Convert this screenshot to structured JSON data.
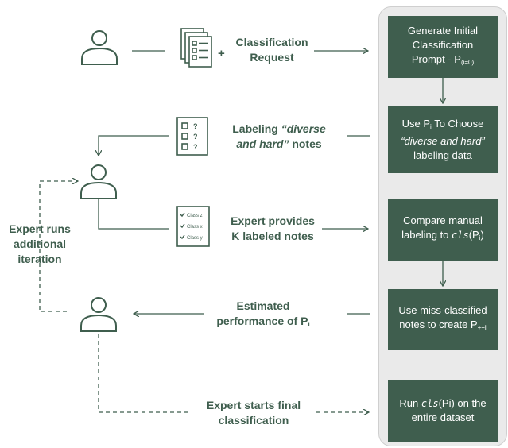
{
  "colors": {
    "accent": "#3f5e4e",
    "panel": "#eaeaea",
    "text": "#3f5e4e"
  },
  "icons": [
    "person-icon",
    "documents-icon",
    "checklist-icon",
    "labeled-notes-icon"
  ],
  "plus_sign": "+",
  "step1": {
    "l1": "Classification",
    "l2": "Request"
  },
  "step2": {
    "l1a": "Labeling ",
    "l1b": "“diverse",
    "l2a": "and hard”",
    "l2b": " notes"
  },
  "step3": {
    "l1": "Expert provides",
    "l2": "K labeled notes"
  },
  "step4": {
    "l1": "Estimated",
    "l2": "performance of  P",
    "l2sub": "i"
  },
  "step5": {
    "l1": "Expert starts final",
    "l2": "classification"
  },
  "loop": {
    "l1": "Expert runs",
    "l2": "additional",
    "l3": "iteration"
  },
  "checklist_mark": "?",
  "labeled_classes": [
    "Class z",
    "Class x",
    "Class y"
  ],
  "box1": {
    "l1": "Generate Initial",
    "l2": "Classification",
    "l3": "Prompt - P",
    "l3sub": "(i=0)"
  },
  "box2": {
    "l1a": "Use P",
    "l1sub": "i",
    "l1b": " To Choose",
    "l2": "“diverse and hard”",
    "l3": "labeling data"
  },
  "box3": {
    "l1": "Compare manual",
    "l2a": "labeling to ",
    "l2code": "cls",
    "l2b": "(P",
    "l2sub": "i",
    "l2c": ")"
  },
  "box4": {
    "l1": "Use miss-classified",
    "l2": "notes to create P",
    "l2sub": "++i"
  },
  "box5": {
    "l1a": "Run ",
    "l1code": "cls",
    "l1b": "(Pi) on the",
    "l2": "entire dataset"
  }
}
